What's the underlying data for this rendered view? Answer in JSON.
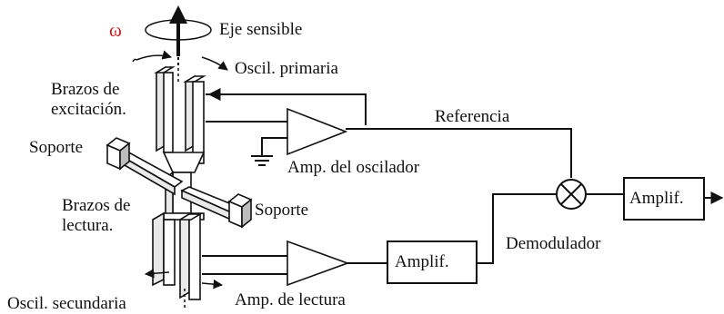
{
  "labels": {
    "omega": "ω",
    "eje_sensible": "Eje sensible",
    "oscil_primaria": "Oscil. primaria",
    "brazos_excitacion_1": "Brazos de",
    "brazos_excitacion_2": "excitación.",
    "soporte_left": "Soporte",
    "brazos_lectura_1": "Brazos de",
    "brazos_lectura_2": "lectura.",
    "soporte_right": "Soporte",
    "oscil_secundaria": "Oscil. secundaria",
    "referencia": "Referencia",
    "amp_oscilador": "Amp. del oscilador",
    "amp_lectura": "Amp. de lectura",
    "amplif_mid": "Amplif.",
    "demodulador": "Demodulador",
    "amplif_right": "Amplif."
  },
  "colors": {
    "omega": "#d0191f",
    "line": "#111111"
  }
}
